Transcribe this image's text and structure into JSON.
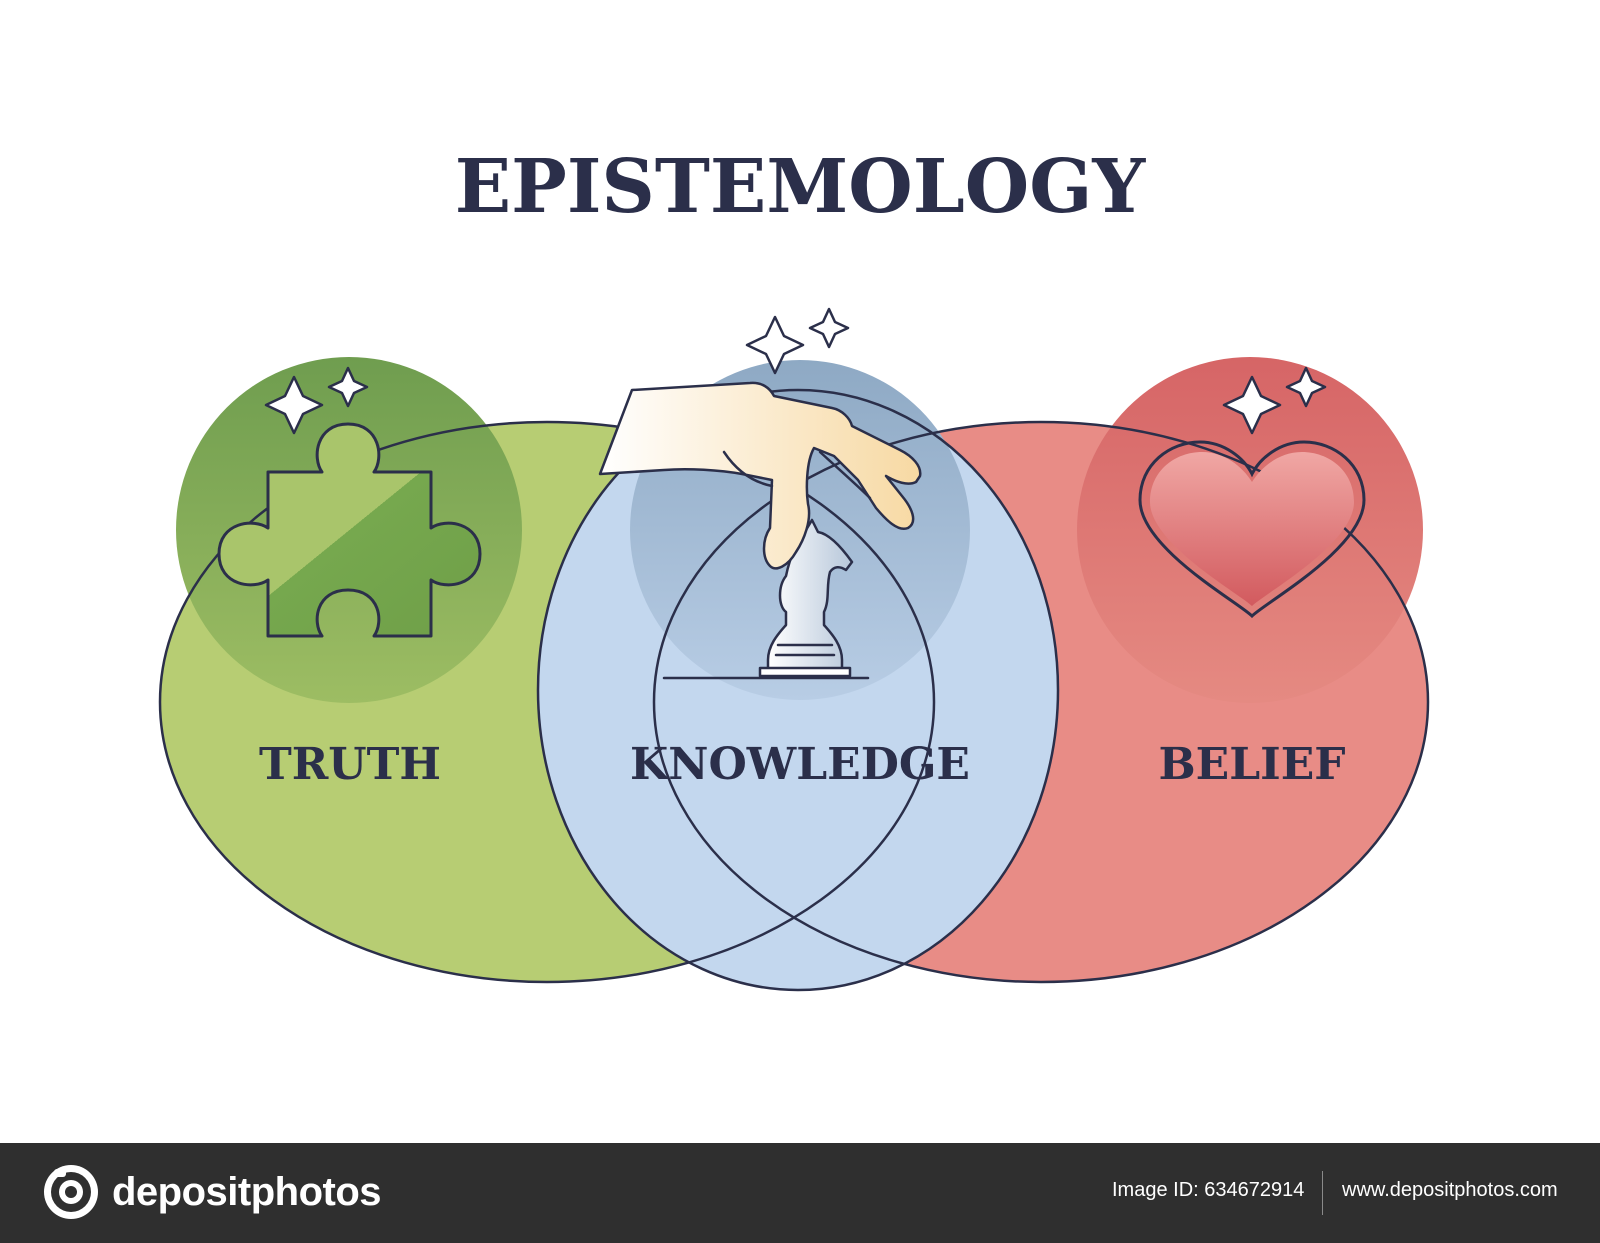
{
  "title": "EPISTEMOLOGY",
  "sets": [
    {
      "id": "truth",
      "label": "TRUTH",
      "icon": "puzzle-piece-icon",
      "fill": "#b7cd73",
      "badge_fill": "#7ea85a"
    },
    {
      "id": "knowledge",
      "label": "KNOWLEDGE",
      "icon": "hand-moving-chess-knight-icon",
      "fill": "#c3d7ee",
      "badge_fill": "#8fabc6"
    },
    {
      "id": "belief",
      "label": "BELIEF",
      "icon": "heart-icon",
      "fill": "#e88c86",
      "badge_fill": "#d96867"
    }
  ],
  "colors": {
    "title": "#2b2f4a",
    "outline": "#2b2f4a",
    "footer_bg": "#2f2f2f"
  },
  "footer": {
    "brand": "depositphotos",
    "image_id": "Image ID: 634672914",
    "site": "www.depositphotos.com"
  }
}
